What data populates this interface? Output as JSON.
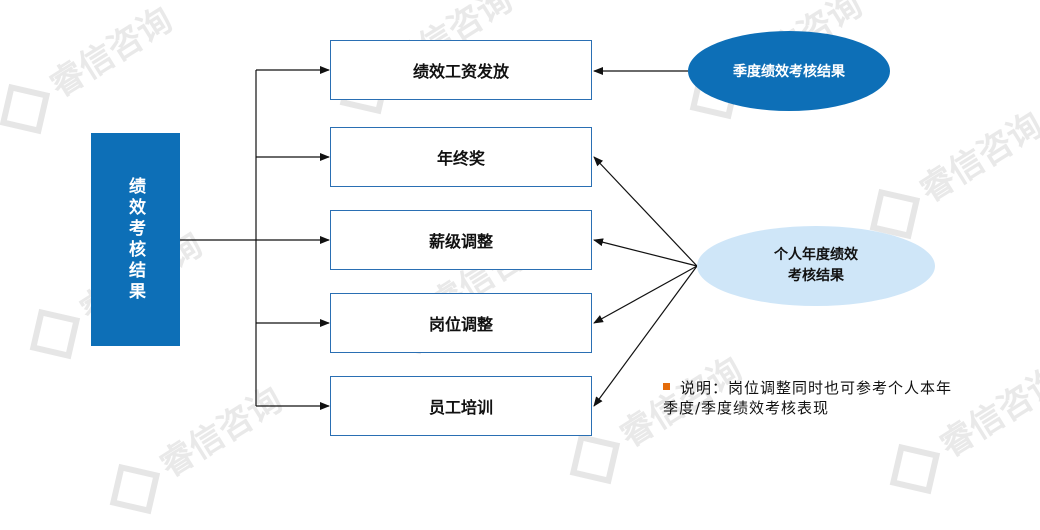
{
  "diagram": {
    "main_block": "绩效考核结果",
    "outputs": [
      "绩效工资发放",
      "年终奖",
      "薪级调整",
      "岗位调整",
      "员工培训"
    ],
    "source_quarterly": "季度绩效考核结果",
    "source_annual_line1": "个人年度绩效",
    "source_annual_line2": "考核结果",
    "note": "说明：岗位调整同时也可参考个人本年季度/季度绩效考核表现"
  },
  "watermark": "睿信咨询",
  "colors": {
    "primary": "#0d6fb7",
    "light": "#cfe6f8",
    "bullet": "#e46c0a"
  }
}
